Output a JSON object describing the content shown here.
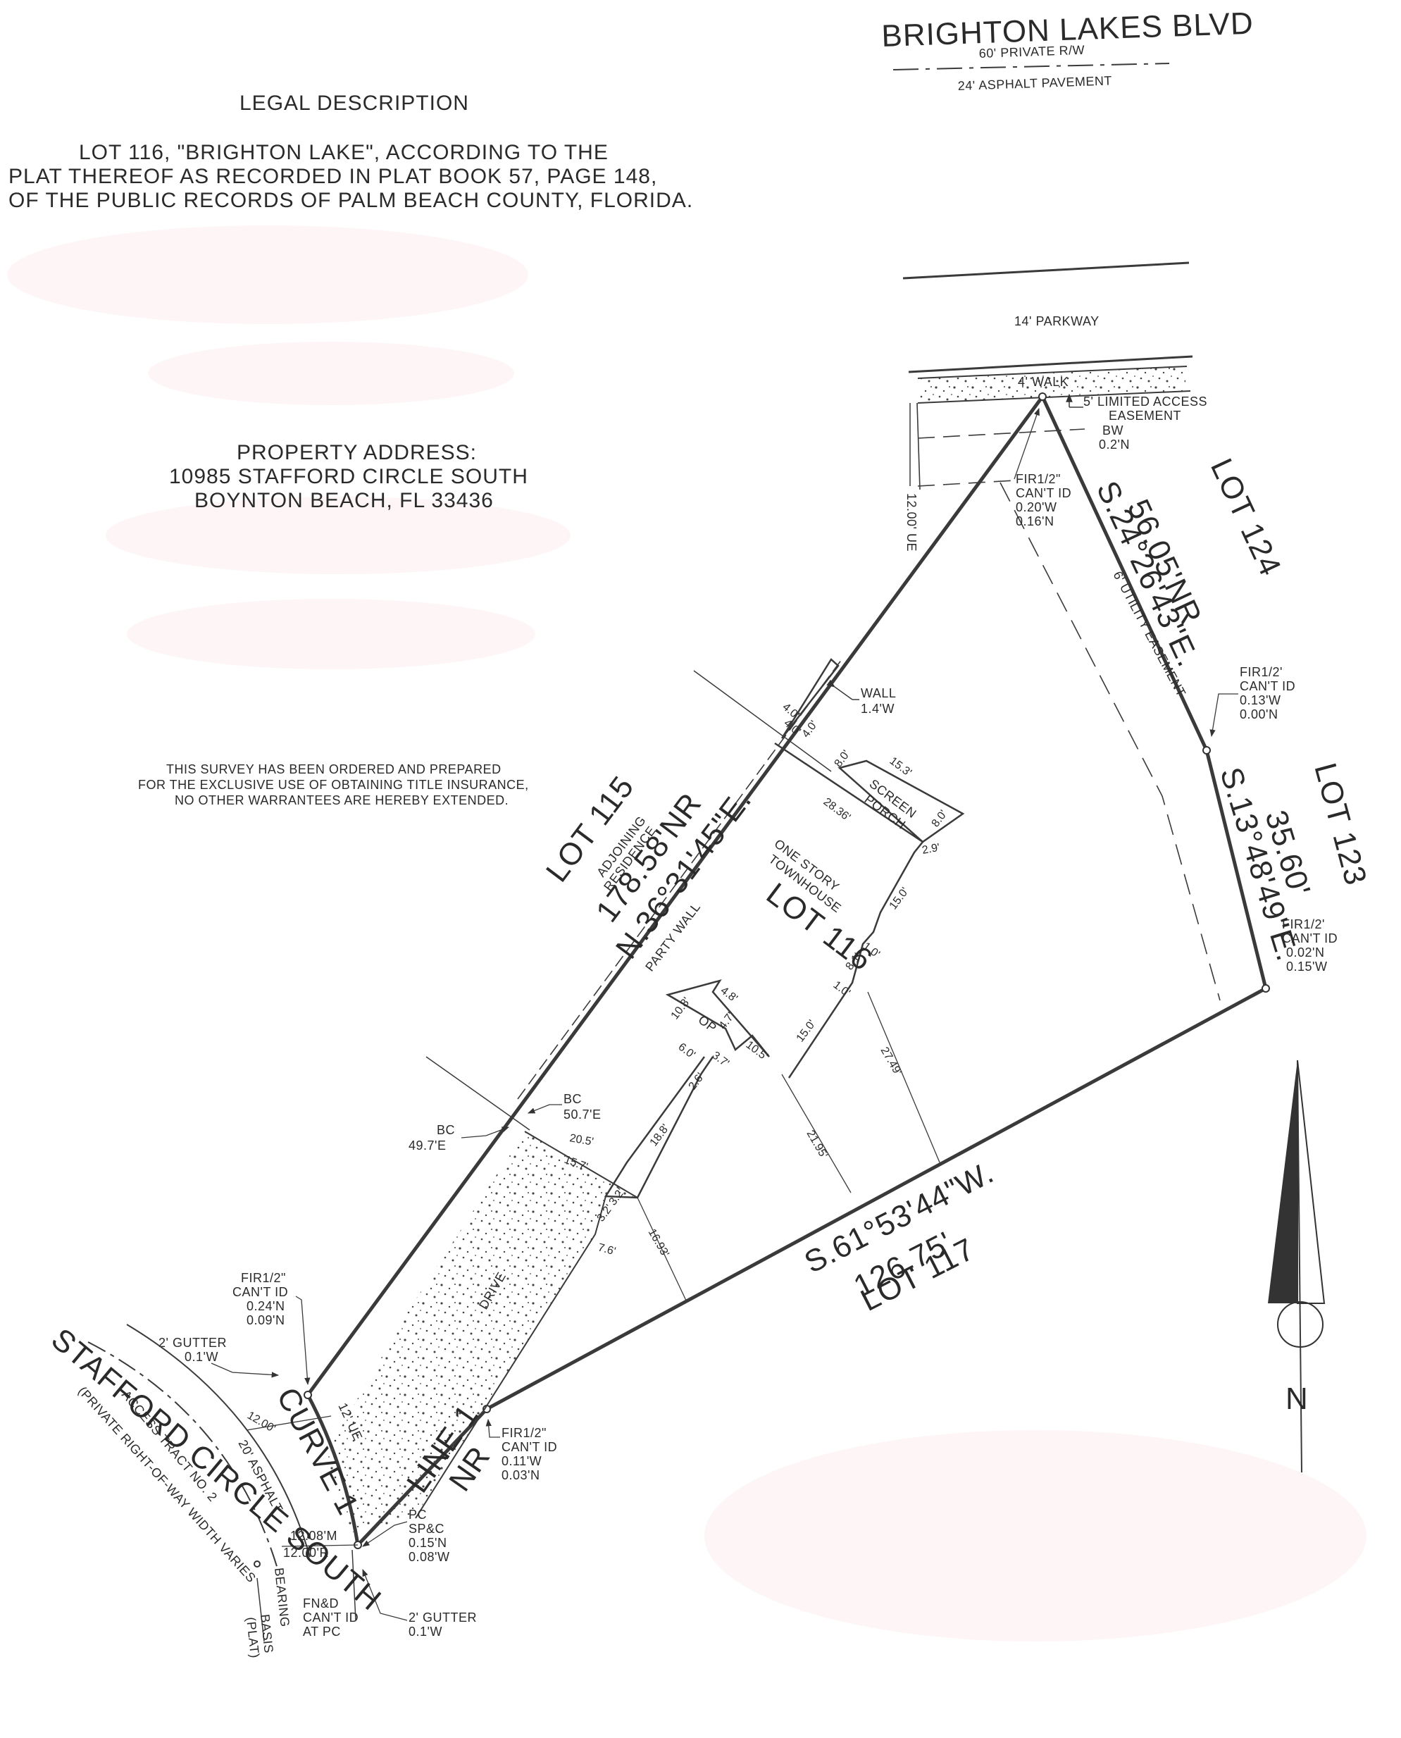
{
  "street_top": {
    "name": "BRIGHTON LAKES BLVD",
    "row": "60' PRIVATE R/W",
    "pavement": "24' ASPHALT PAVEMENT"
  },
  "legal": {
    "heading": "LEGAL DESCRIPTION",
    "line1": "LOT 116, \"BRIGHTON LAKE\", ACCORDING TO THE",
    "line2": "PLAT THEREOF AS RECORDED IN PLAT BOOK 57,  PAGE 148,",
    "line3": "OF THE PUBLIC RECORDS OF PALM BEACH COUNTY, FLORIDA."
  },
  "address": {
    "heading": "PROPERTY ADDRESS:",
    "line1": "10985 STAFFORD CIRCLE SOUTH",
    "line2": "BOYNTON BEACH, FL 33436"
  },
  "disclaimer": {
    "line1": "THIS SURVEY HAS BEEN ORDERED AND PREPARED",
    "line2": "FOR THE EXCLUSIVE USE OF OBTAINING TITLE INSURANCE,",
    "line3": "NO OTHER WARRANTEES ARE HEREBY EXTENDED."
  },
  "labels": {
    "parkway": "14' PARKWAY",
    "walk": "4' WALK",
    "limited_access_1": "5' LIMITED ACCESS",
    "limited_access_2": "EASEMENT",
    "bw": "BW",
    "bw_offset": "0.2'N",
    "ue_12": "12.00' UE",
    "utility_easement": "6' UTILITY EASEMENT",
    "wall": "WALL",
    "wall_offset": "1.4'W",
    "lot_115": "LOT 115",
    "adjoining_1": "ADJOINING",
    "adjoining_2": "RESIDENCE",
    "lot_124": "LOT 124",
    "lot_123": "LOT 123",
    "lot_117": "LOT 117",
    "lot_116": "LOT 116",
    "one_story_1": "ONE STORY",
    "one_story_2": "TOWNHOUSE",
    "party_wall": "PARTY WALL",
    "screen_1": "SCREEN",
    "screen_2": "PORCH",
    "op": "OP",
    "drive": "DRIVE",
    "ue_12_drive": "12' UE",
    "curve_1": "CURVE 1",
    "line_1": "LINE 1",
    "line_nr": "NR",
    "stafford": "STAFFORD CIRCLE SOUTH",
    "access_tract": "ACCESS TRACT NO. 2",
    "private_row": "(PRIVATE RIGHT-OF-WAY WIDTH VARIES",
    "asphalt_20": "20' ASPHALT",
    "bearing_basis_1": "BEARING",
    "bearing_basis_2": "BASIS",
    "bearing_basis_3": "(PLAT)",
    "north": "N"
  },
  "bearings": {
    "west_len": "178.58'NR",
    "west_brg": "N.36°31'45\"E.",
    "ne_len": "56.05'NR",
    "ne_brg": "S.24°26'43\"E.",
    "e_len": "35.60'",
    "e_brg": "S.13°48'49\"E.",
    "s_brg": "S.61°53'44\"W.",
    "s_len": "126.75'"
  },
  "monuments": {
    "fir_top_1": "FIR1/2\"",
    "fir_top_2": "CAN'T ID",
    "fir_top_3": "0.20'W",
    "fir_top_4": "0.16'N",
    "fir_e1_1": "FIR1/2'",
    "fir_e1_2": "CAN'T ID",
    "fir_e1_3": "0.13'W",
    "fir_e1_4": "0.00'N",
    "fir_e2_1": "FIR1/2'",
    "fir_e2_2": "CAN'T ID",
    "fir_e2_3": "0.02'N",
    "fir_e2_4": "0.15'W",
    "fir_w_1": "FIR1/2\"",
    "fir_w_2": "CAN'T ID",
    "fir_w_3": "0.24'N",
    "fir_w_4": "0.09'N",
    "fir_s_1": "FIR1/2\"",
    "fir_s_2": "CAN'T ID",
    "fir_s_3": "0.11'W",
    "fir_s_4": "0.03'N",
    "pc_1": "PC",
    "pc_2": "SP&C",
    "pc_3": "0.15'N",
    "pc_4": "0.08'W",
    "fnd_1": "FN&D",
    "fnd_2": "CAN'T ID",
    "fnd_3": "AT PC",
    "gutter_top_1": "2' GUTTER",
    "gutter_top_2": "0.1'W",
    "gutter_bot_1": "2' GUTTER",
    "gutter_bot_2": "0.1'W",
    "bc_1a": "BC",
    "bc_1b": "50.7'E",
    "bc_2a": "BC",
    "bc_2b": "49.7'E"
  },
  "dims": {
    "d_4_0a": "4.0'",
    "d_4_0b": "4.0'",
    "d_4_0c": "4.0'",
    "d_8_0a": "8.0'",
    "d_15_3": "15.3'",
    "d_8_0b": "8.0'",
    "d_28_36": "28.36'",
    "d_2_9": "2.9'",
    "d_15_0a": "15.0'",
    "d_1_0a": "1.0'",
    "d_8_1": "8.1'",
    "d_1_0b": "1.0'",
    "d_4_8": "4.8'",
    "d_10_8": "10.8'",
    "d_4_7": "4.7'",
    "d_10_5": "10.5'",
    "d_15_0b": "15.0'",
    "d_6_0": "6.0'",
    "d_3_7": "3.7'",
    "d_2_6": "2.6'",
    "d_18_8": "18.8'",
    "d_27_49": "27.49'",
    "d_21_95": "21.95'",
    "d_20_5": "20.5'",
    "d_15_7": "15.7'",
    "d_3_2a": "3.2'",
    "d_3_2b": "3.2'",
    "d_7_6": "7.6'",
    "d_16_93": "16.93'",
    "d_12_00": "12.00'",
    "d_12_08m": "12.08'M",
    "d_12_00r": "12.00'R"
  }
}
